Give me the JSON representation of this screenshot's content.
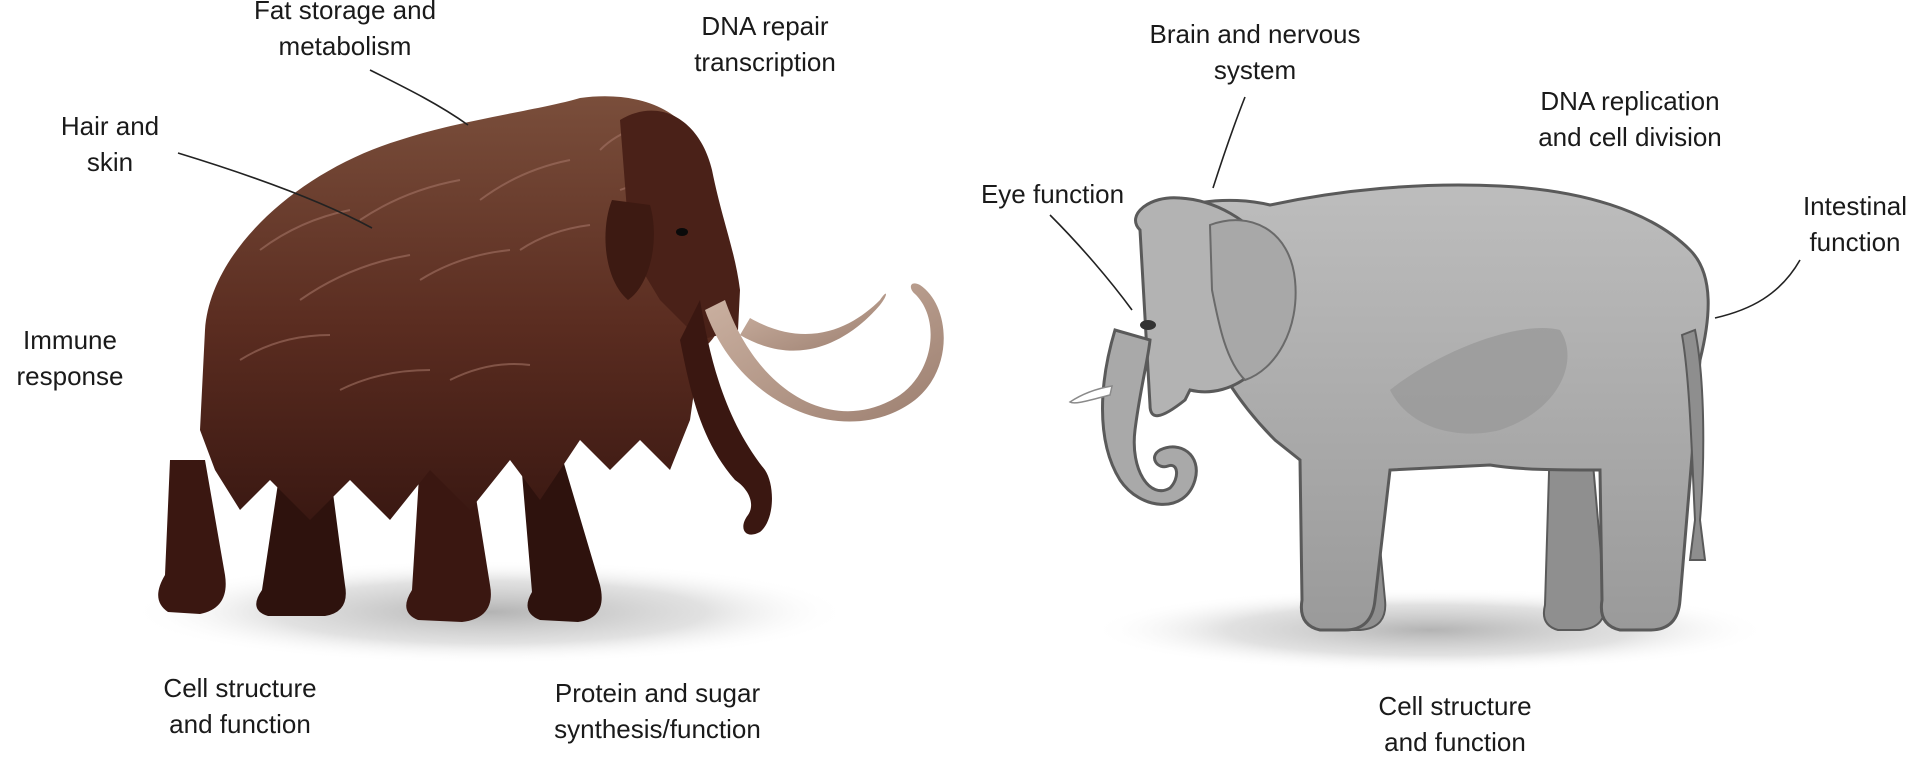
{
  "mammoth": {
    "labels": {
      "fat": [
        "Fat storage and",
        "metabolism"
      ],
      "dna_repair": [
        "DNA repair",
        "transcription"
      ],
      "hair": [
        "Hair and",
        "skin"
      ],
      "immune": [
        "Immune",
        "response"
      ],
      "cell": [
        "Cell structure",
        "and function"
      ],
      "protein": [
        "Protein and sugar",
        "synthesis/function"
      ]
    },
    "colors": {
      "fur_light": "#7a4e3b",
      "fur_dark": "#3a1812",
      "tusk": "#b89a88"
    }
  },
  "elephant": {
    "labels": {
      "brain": [
        "Brain and nervous",
        "system"
      ],
      "dna_replication": [
        "DNA replication",
        "and cell division"
      ],
      "eye": [
        "Eye function"
      ],
      "intestinal": [
        "Intestinal",
        "function"
      ],
      "cell": [
        "Cell structure",
        "and function"
      ]
    },
    "colors": {
      "skin_light": "#b9b9b9",
      "skin_dark": "#8e8e8e",
      "outline": "#5a5a5a"
    }
  }
}
